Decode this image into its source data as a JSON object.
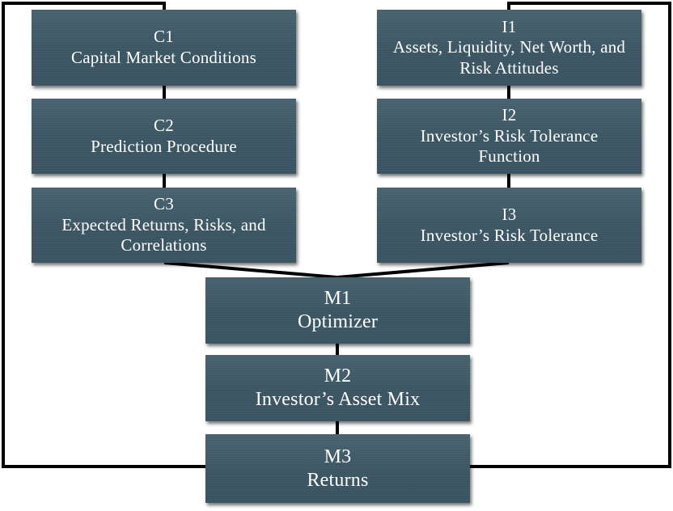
{
  "capital_market_chain": [
    {
      "code": "C1",
      "label": "Capital Market Conditions"
    },
    {
      "code": "C2",
      "label": "Prediction Procedure"
    },
    {
      "code": "C3",
      "label": "Expected Returns, Risks, and Correlations"
    }
  ],
  "investor_chain": [
    {
      "code": "I1",
      "label": "Assets, Liquidity, Net Worth, and Risk Attitudes"
    },
    {
      "code": "I2",
      "label": "Investor’s Risk Tolerance Function"
    },
    {
      "code": "I3",
      "label": "Investor’s Risk Tolerance"
    }
  ],
  "merged_chain": [
    {
      "code": "M1",
      "label": "Optimizer"
    },
    {
      "code": "M2",
      "label": "Investor’s Asset Mix"
    },
    {
      "code": "M3",
      "label": "Returns"
    }
  ],
  "colors": {
    "box_fill": "#3f5a69",
    "box_text": "#ffffff",
    "connector": "#000000",
    "background": "#ffffff"
  }
}
